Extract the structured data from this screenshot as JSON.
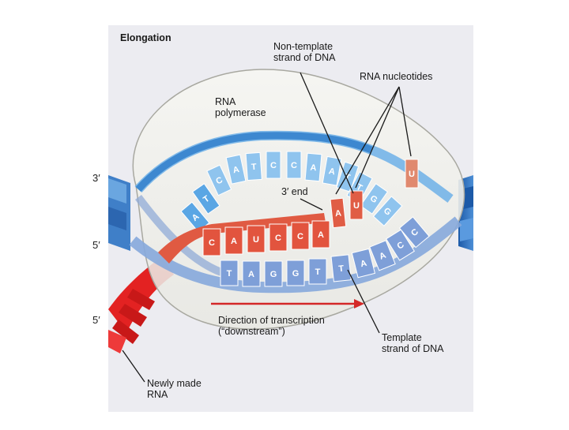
{
  "title": "Elongation",
  "labels": {
    "nontemplate": [
      "Non-template",
      "strand of DNA"
    ],
    "rna_nucleotides": "RNA nucleotides",
    "rna_polymerase": [
      "RNA",
      "polymerase"
    ],
    "three_end": "3′ end",
    "direction": [
      "Direction of transcription",
      "(“downstream”)"
    ],
    "template": [
      "Template",
      "strand of DNA"
    ],
    "newly_made": [
      "Newly made",
      "RNA"
    ]
  },
  "ends": {
    "top_left": "3′",
    "mid_left": "5′",
    "rna_left": "5′"
  },
  "sequences": {
    "nontemplate_top": [
      "A",
      "T",
      "C",
      "A",
      "T",
      "C",
      "C",
      "A",
      "A",
      "T",
      "T",
      "G",
      "G"
    ],
    "rna_strand": [
      "C",
      "A",
      "U",
      "C",
      "C",
      "A"
    ],
    "template_bottom": [
      "T",
      "A",
      "G",
      "G",
      "T",
      "T",
      "A",
      "A",
      "C",
      "C"
    ],
    "free_nucleotides": [
      "A",
      "U",
      "U"
    ]
  },
  "colors": {
    "panel_bg": "#ececf1",
    "dna_top": "#4a90d0",
    "dna_top_light": "#a8cfee",
    "dna_template": "#6f93cc",
    "rna": "#e04a3a",
    "rna_new": "#e32222",
    "polymerase": "#f3f3ee"
  }
}
